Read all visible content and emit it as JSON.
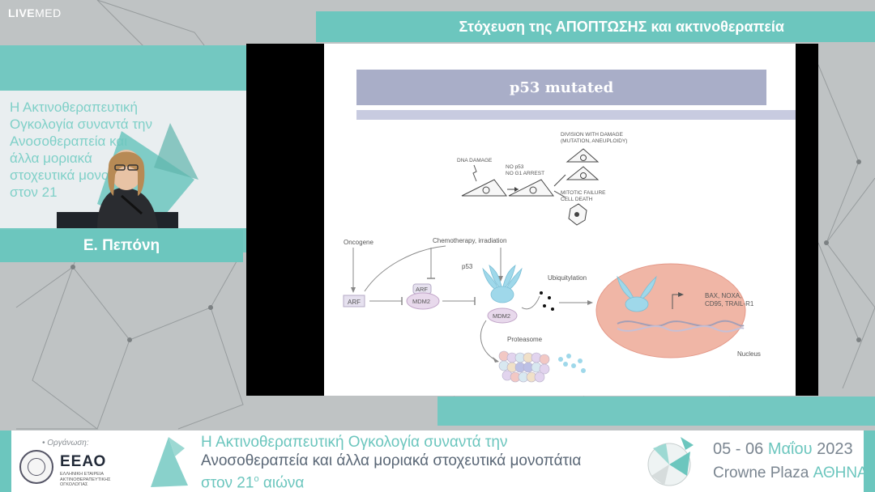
{
  "brand": {
    "logo_bold": "LIVE",
    "logo_light": "MED"
  },
  "header": {
    "title": "Στόχευση της ΑΠΟΠΤΩΣΗΣ και ακτινοθεραπεία"
  },
  "speaker": {
    "name": "Ε. Πεπόνη",
    "background_text": "Η Ακτινοθεραπευτική Ογκολογία συναντά την Ανοσοθεραπεία και άλλα μοριακά στοχευτικά μονοπάτια στον 21"
  },
  "slide": {
    "title": "p53 mutated",
    "top_diagram": {
      "dna_damage": "DNA DAMAGE",
      "no_p53": "NO p53",
      "no_g1_arrest": "NO G1 ARREST",
      "division_line1": "DIVISION WITH DAMAGE",
      "division_line2": "(MUTATION, ANEUPLOIDY)",
      "mitotic_line1": "MITOTIC FAILURE",
      "mitotic_line2": "CELL DEATH"
    },
    "pathway": {
      "oncogene": "Oncogene",
      "chemo": "Chemotherapy, irradiation",
      "arf": "ARF",
      "arf_complex": "ARF",
      "mdm2_complex": "MDM2",
      "p53": "p53",
      "mdm2_bound": "MDM2",
      "ubiquitylation": "Ubiquitylation",
      "proteasome": "Proteasome",
      "targets_line1": "BAX, NOXA,",
      "targets_line2": "CD95, TRAIL-R1",
      "nucleus": "Nucleus"
    }
  },
  "footer": {
    "org_label": "• Οργάνωση:",
    "org_logo": "ΕΕΑΟ",
    "org_sub": "ΕΛΛΗΝΙΚΗ ΕΤΑΙΡΕΙΑ ΑΚΤΙΝΟΘΕΡΑΠΕΥΤΙΚΗΣ ΟΓΚΟΛΟΓΙΑΣ",
    "conference_line1": "Η Ακτινοθεραπευτική Ογκολογία συναντά την",
    "conference_line2": "Ανοσοθεραπεία και άλλα μοριακά στοχευτικά μονοπάτια",
    "conference_line3_pre": "στον 21",
    "conference_line3_sup": "ο",
    "conference_line3_post": " αιώνα",
    "date_numbers": "05 - 06",
    "date_month": "Μαΐου",
    "date_year": "2023",
    "venue_name": "Crowne Plaza",
    "venue_city": "ΑΘΗΝΑ"
  },
  "colors": {
    "teal": "#6cc6be",
    "slide_title_bg": "#a9aec8",
    "nucleus": "#f0b6a6"
  }
}
